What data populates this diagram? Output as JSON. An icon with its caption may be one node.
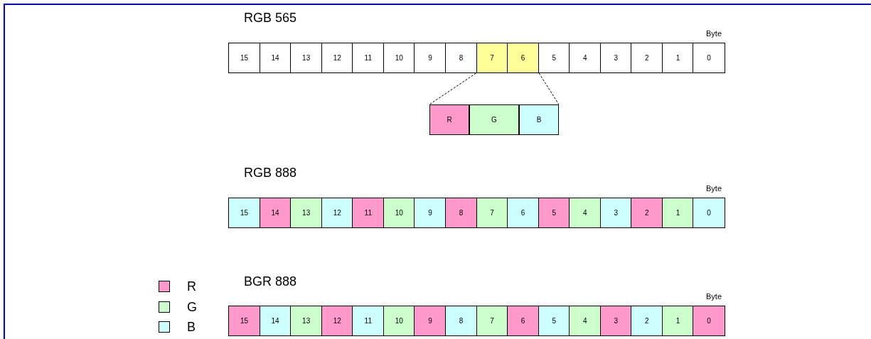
{
  "diagram": {
    "nodes": [
      {
        "text": [
          "15"
        ]
      },
      {
        "text": [
          "14"
        ]
      },
      {
        "text": [
          "13"
        ]
      },
      {
        "text": [
          "12"
        ]
      },
      {
        "text": [
          "11"
        ]
      },
      {
        "text": [
          "10"
        ]
      },
      {
        "text": [
          "9"
        ]
      },
      {
        "text": [
          "8"
        ]
      },
      {
        "text": [
          "7"
        ]
      },
      {
        "text": [
          "6"
        ]
      },
      {
        "text": [
          "5"
        ]
      },
      {
        "text": [
          "4"
        ]
      },
      {
        "text": [
          "3"
        ]
      },
      {
        "text": [
          "2"
        ]
      },
      {
        "text": [
          "1"
        ]
      },
      {
        "text": [
          "0"
        ]
      },
      {
        "text": [
          "R"
        ]
      },
      {
        "text": [
          "G"
        ]
      },
      {
        "text": [
          "B"
        ]
      },
      {
        "text": [
          "15"
        ]
      },
      {
        "text": [
          "14"
        ]
      },
      {
        "text": [
          "13"
        ]
      },
      {
        "text": [
          "12"
        ]
      },
      {
        "text": [
          "11"
        ]
      },
      {
        "text": [
          "10"
        ]
      },
      {
        "text": [
          "9"
        ]
      },
      {
        "text": [
          "8"
        ]
      },
      {
        "text": [
          "7"
        ]
      },
      {
        "text": [
          "6"
        ]
      },
      {
        "text": [
          "5"
        ]
      },
      {
        "text": [
          "4"
        ]
      },
      {
        "text": [
          "3"
        ]
      },
      {
        "text": [
          "2"
        ]
      },
      {
        "text": [
          "1"
        ]
      },
      {
        "text": [
          "0"
        ]
      },
      {
        "text": [
          "15"
        ]
      },
      {
        "text": [
          "14"
        ]
      },
      {
        "text": [
          "13"
        ]
      },
      {
        "text": [
          "12"
        ]
      },
      {
        "text": [
          "11"
        ]
      },
      {
        "text": [
          "10"
        ]
      },
      {
        "text": [
          "9"
        ]
      },
      {
        "text": [
          "8"
        ]
      },
      {
        "text": [
          "7"
        ]
      },
      {
        "text": [
          "6"
        ]
      },
      {
        "text": [
          "5"
        ]
      },
      {
        "text": [
          "4"
        ]
      },
      {
        "text": [
          "3"
        ]
      },
      {
        "text": [
          "2"
        ]
      },
      {
        "text": [
          "1"
        ]
      },
      {
        "text": [
          "0"
        ]
      }
    ],
    "edges": [
      {
        "from": 8,
        "to": 16,
        "arrow": "none",
        "style": "dashed"
      },
      {
        "from": 9,
        "to": 18,
        "arrow": "none",
        "style": "dashed"
      }
    ],
    "labels": [
      "RGB 565",
      "Byte",
      "RGB 888",
      "Byte",
      "BGR 888",
      "Byte"
    ],
    "legend": [
      {
        "text": "R",
        "color": "#ff99cc"
      },
      {
        "text": "G",
        "color": "#ccffcc"
      },
      {
        "text": "B",
        "color": "#ccffff"
      }
    ]
  }
}
